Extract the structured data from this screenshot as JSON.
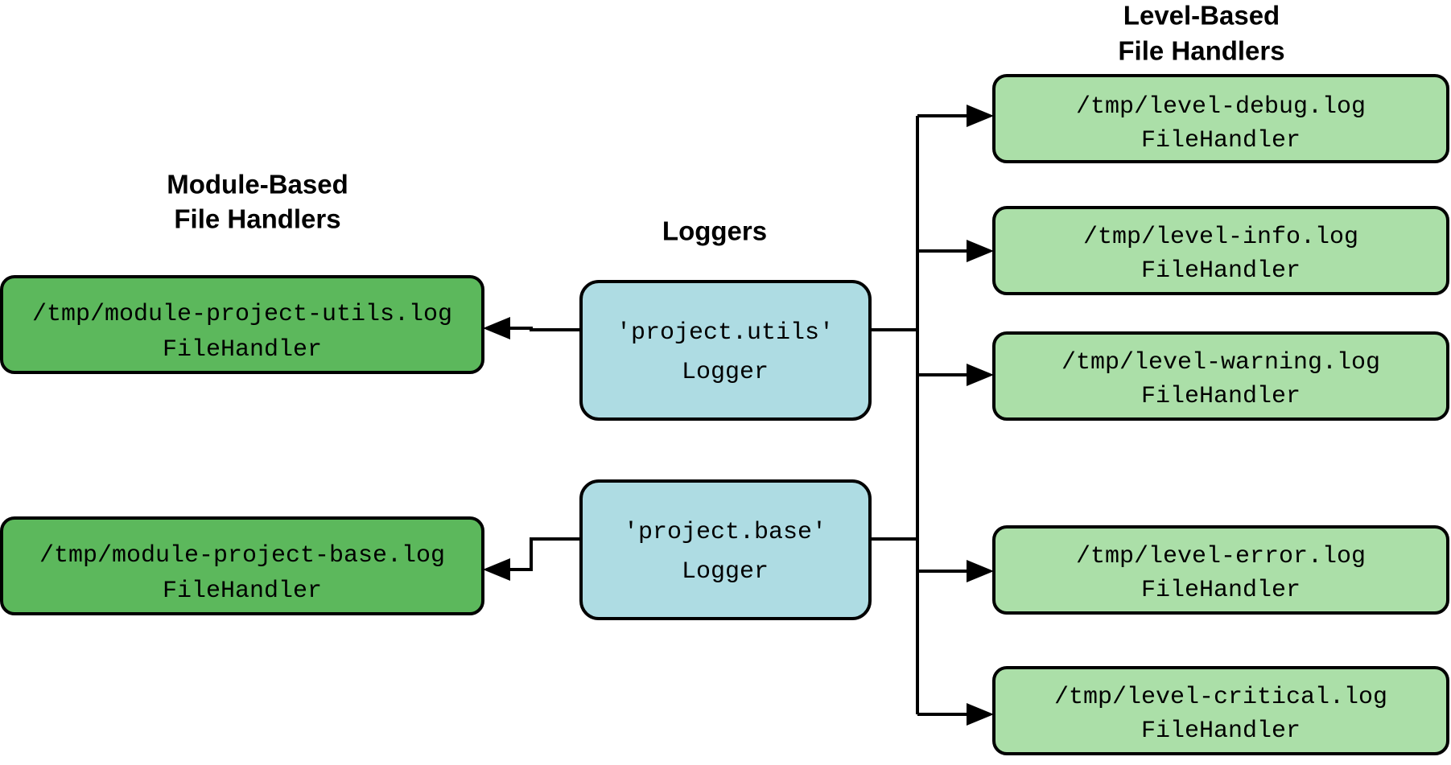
{
  "diagram": {
    "type": "logging-architecture-flow",
    "background_color": "#ffffff",
    "colors": {
      "module_handler_fill": "#5CB85C",
      "level_handler_fill": "#ABDFA8",
      "logger_fill": "#AEDCE3",
      "stroke": "#000000",
      "text": "#000000"
    },
    "headings": {
      "module_handlers_line1": "Module-Based",
      "module_handlers_line2": "File Handlers",
      "loggers": "Loggers",
      "level_handlers_line1": "Level-Based",
      "level_handlers_line2": "File Handlers"
    },
    "loggers": [
      {
        "id": "logger-project-utils",
        "name": "'project.utils'",
        "class_name": "Logger"
      },
      {
        "id": "logger-project-base",
        "name": "'project.base'",
        "class_name": "Logger"
      }
    ],
    "module_handlers": [
      {
        "id": "module-handler-project-utils",
        "path": "/tmp/module-project-utils.log",
        "class_name": "FileHandler"
      },
      {
        "id": "module-handler-project-base",
        "path": "/tmp/module-project-base.log",
        "class_name": "FileHandler"
      }
    ],
    "level_handlers": [
      {
        "id": "level-handler-debug",
        "path": "/tmp/level-debug.log",
        "class_name": "FileHandler"
      },
      {
        "id": "level-handler-info",
        "path": "/tmp/level-info.log",
        "class_name": "FileHandler"
      },
      {
        "id": "level-handler-warning",
        "path": "/tmp/level-warning.log",
        "class_name": "FileHandler"
      },
      {
        "id": "level-handler-error",
        "path": "/tmp/level-error.log",
        "class_name": "FileHandler"
      },
      {
        "id": "level-handler-critical",
        "path": "/tmp/level-critical.log",
        "class_name": "FileHandler"
      }
    ]
  }
}
